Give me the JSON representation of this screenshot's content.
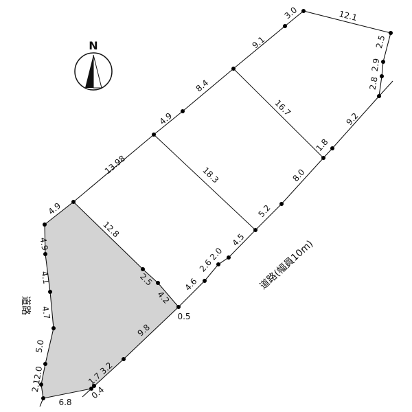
{
  "compass": {
    "letter": "N"
  },
  "road_labels": {
    "west": "道路",
    "east": "道路(幅員10m)"
  },
  "dimensions": {
    "top_left_corner": "4.9",
    "top_13_98": "13.98",
    "top_4_9": "4.9",
    "top_8_4": "8.4",
    "top_9_1": "9.1",
    "top_3_0": "3.0",
    "top_12_1": "12.1",
    "right_2_5": "2.5",
    "right_2_9": "2.9",
    "right_2_8": "2.8",
    "right_9_2": "9.2",
    "right_1_8": "1.8",
    "right_8_0": "8.0",
    "right_5_2": "5.2",
    "right_4_5": "4.5",
    "right_2_6_2_0": "2.6 2.0",
    "right_4_6": "4.6",
    "right_0_5": "0.5",
    "div_12_8": "12.8",
    "div_18_3": "18.3",
    "div_16_7": "16.7",
    "div_2_5": "2.5",
    "div_4_2": "4.2",
    "bottom_9_8": "9.8",
    "bottom_1_7_3_2": "1.7 3.2",
    "bottom_0_4": "0.4",
    "bottom_6_8": "6.8",
    "left_4_9": "4.9",
    "left_4_1": "4.1",
    "left_4_7": "4.7",
    "left_5_0": "5.0",
    "left_2_1_2_0": "2.12.0"
  }
}
